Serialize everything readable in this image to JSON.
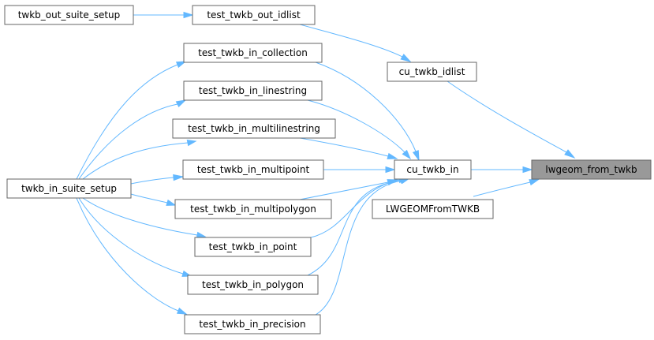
{
  "graph": {
    "nodes": [
      {
        "id": "twkb_out_suite_setup",
        "label": "twkb_out_suite_setup"
      },
      {
        "id": "test_twkb_out_idlist",
        "label": "test_twkb_out_idlist"
      },
      {
        "id": "cu_twkb_idlist",
        "label": "cu_twkb_idlist"
      },
      {
        "id": "test_twkb_in_collection",
        "label": "test_twkb_in_collection"
      },
      {
        "id": "test_twkb_in_linestring",
        "label": "test_twkb_in_linestring"
      },
      {
        "id": "test_twkb_in_multilinestring",
        "label": "test_twkb_in_multilinestring"
      },
      {
        "id": "test_twkb_in_multipoint",
        "label": "test_twkb_in_multipoint"
      },
      {
        "id": "test_twkb_in_multipolygon",
        "label": "test_twkb_in_multipolygon"
      },
      {
        "id": "test_twkb_in_point",
        "label": "test_twkb_in_point"
      },
      {
        "id": "test_twkb_in_polygon",
        "label": "test_twkb_in_polygon"
      },
      {
        "id": "test_twkb_in_precision",
        "label": "test_twkb_in_precision"
      },
      {
        "id": "twkb_in_suite_setup",
        "label": "twkb_in_suite_setup"
      },
      {
        "id": "cu_twkb_in",
        "label": "cu_twkb_in"
      },
      {
        "id": "lwgeom_from_twkb",
        "label": "lwgeom_from_twkb",
        "highlight": true
      },
      {
        "id": "LWGEOMFromTWKB",
        "label": "LWGEOMFromTWKB"
      }
    ],
    "edges": [
      {
        "from": "twkb_out_suite_setup",
        "to": "test_twkb_out_idlist"
      },
      {
        "from": "test_twkb_out_idlist",
        "to": "cu_twkb_idlist"
      },
      {
        "from": "cu_twkb_idlist",
        "to": "lwgeom_from_twkb"
      },
      {
        "from": "twkb_in_suite_setup",
        "to": "test_twkb_in_collection"
      },
      {
        "from": "twkb_in_suite_setup",
        "to": "test_twkb_in_linestring"
      },
      {
        "from": "twkb_in_suite_setup",
        "to": "test_twkb_in_multilinestring"
      },
      {
        "from": "twkb_in_suite_setup",
        "to": "test_twkb_in_multipoint"
      },
      {
        "from": "twkb_in_suite_setup",
        "to": "test_twkb_in_multipolygon"
      },
      {
        "from": "twkb_in_suite_setup",
        "to": "test_twkb_in_point"
      },
      {
        "from": "twkb_in_suite_setup",
        "to": "test_twkb_in_polygon"
      },
      {
        "from": "twkb_in_suite_setup",
        "to": "test_twkb_in_precision"
      },
      {
        "from": "test_twkb_in_collection",
        "to": "cu_twkb_in"
      },
      {
        "from": "test_twkb_in_linestring",
        "to": "cu_twkb_in"
      },
      {
        "from": "test_twkb_in_multilinestring",
        "to": "cu_twkb_in"
      },
      {
        "from": "test_twkb_in_multipoint",
        "to": "cu_twkb_in"
      },
      {
        "from": "test_twkb_in_multipolygon",
        "to": "cu_twkb_in"
      },
      {
        "from": "test_twkb_in_point",
        "to": "cu_twkb_in"
      },
      {
        "from": "test_twkb_in_polygon",
        "to": "cu_twkb_in"
      },
      {
        "from": "test_twkb_in_precision",
        "to": "cu_twkb_in"
      },
      {
        "from": "cu_twkb_in",
        "to": "lwgeom_from_twkb"
      },
      {
        "from": "LWGEOMFromTWKB",
        "to": "lwgeom_from_twkb"
      }
    ]
  },
  "colors": {
    "edge": "#63b8ff",
    "node_border": "#666666",
    "node_fill": "#ffffff",
    "highlight_fill": "#999999"
  }
}
